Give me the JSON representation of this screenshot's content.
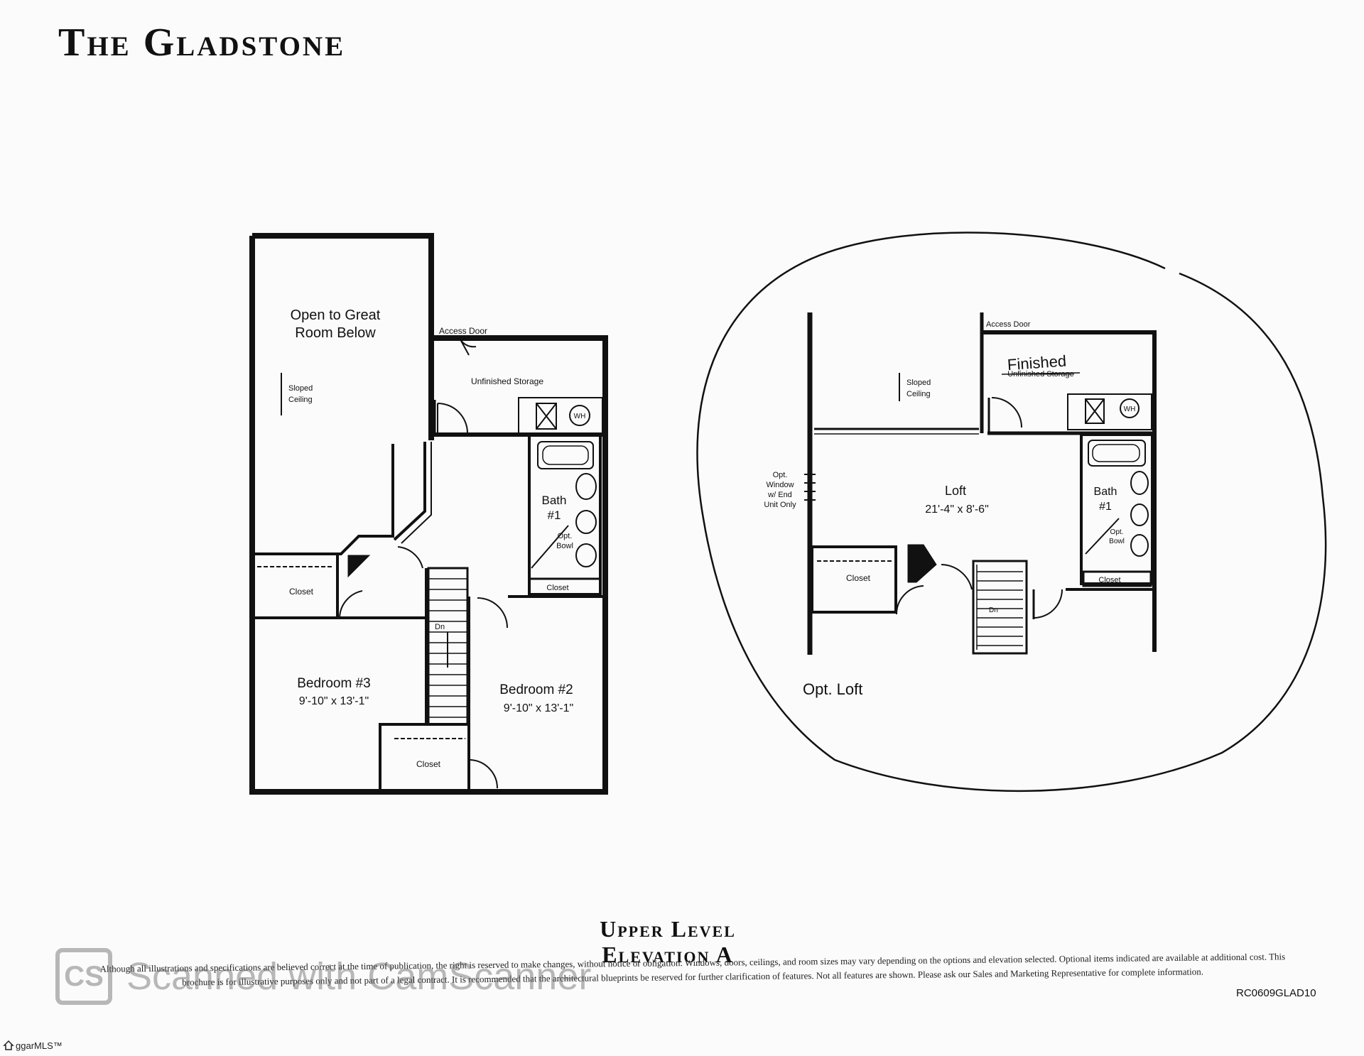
{
  "title": "The Gladstone",
  "left_plan": {
    "open_to_great_room": [
      "Open to Great",
      "Room Below"
    ],
    "sloped_ceiling": [
      "Sloped",
      "Ceiling"
    ],
    "access_door": "Access Door",
    "unfinished_storage": "Unfinished Storage",
    "wh": "WH",
    "bath": [
      "Bath",
      "#1"
    ],
    "opt_bowl": [
      "Opt.",
      "Bowl"
    ],
    "closet_bath": "Closet",
    "closet_left": "Closet",
    "closet_bottom": "Closet",
    "stair_dn": "Dn",
    "bedroom3": "Bedroom #3",
    "bedroom3_size": "9'-10\" x 13'-1\"",
    "bedroom2": "Bedroom #2",
    "bedroom2_size": "9'-10\" x 13'-1\""
  },
  "right_plan": {
    "access_door": "Access Door",
    "finished": "Finished",
    "storage_struck": "Unfinished Storage",
    "sloped_ceiling": [
      "Sloped",
      "Ceiling"
    ],
    "wh": "WH",
    "opt_window": [
      "Opt.",
      "Window",
      "w/ End",
      "Unit Only"
    ],
    "loft": "Loft",
    "loft_size": "21'-4\" x 8'-6\"",
    "bath": [
      "Bath",
      "#1"
    ],
    "opt_bowl": [
      "Opt.",
      "Bowl"
    ],
    "closet_left": "Closet",
    "closet_bath": "Closet",
    "stair_dn": "Dn",
    "opt_loft_label": "Opt. Loft"
  },
  "level_title": [
    "Upper Level",
    "Elevation A"
  ],
  "disclaimer": "Although all illustrations and specifications are believed correct at the time of publication, the right is reserved to make changes, without notice or obligation. Windows, doors, ceilings, and room sizes may vary depending on the options and elevation selected. Optional items indicated are available at additional cost. This brochure is for illustrative purposes only and not part of a legal contract. It is recommended that the architectural blueprints be reserved for further clarification of features. Not all features are shown. Please ask our Sales and Marketing Representative for complete information.",
  "plan_code": "RC0609GLAD10",
  "watermark": {
    "logo": "CS",
    "text": "Scanned with CamScanner"
  },
  "mls_badge": "ggarMLS™"
}
